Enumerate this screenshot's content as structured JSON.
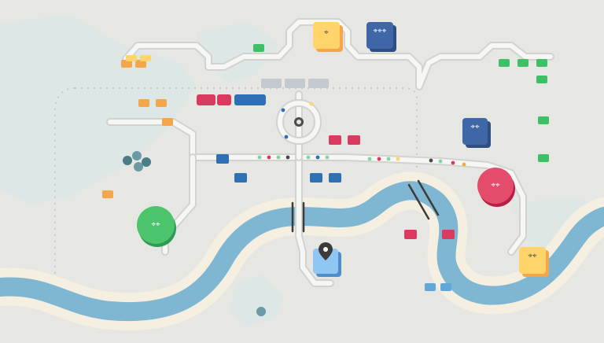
{
  "game": {
    "title": "",
    "colors": {
      "background": "#e6e6e3",
      "grass": "#dbe7e6",
      "river": "#7fb6d2",
      "riverbank": "#f5efe2",
      "road": "#f6f6f4",
      "roadEdge": "#d2d2cf",
      "rail": "#c8c8c5",
      "shadow": "#c8c8c5"
    },
    "stations": [
      {
        "kind": "building",
        "color": "yellow"
      },
      {
        "kind": "building",
        "color": "blue"
      },
      {
        "kind": "building",
        "color": "blue"
      },
      {
        "kind": "roundabout",
        "color": "neutral"
      },
      {
        "kind": "building",
        "color": "pink"
      },
      {
        "kind": "building",
        "color": "green"
      },
      {
        "kind": "building",
        "color": "yellow"
      },
      {
        "kind": "building",
        "color": "light-blue"
      },
      {
        "kind": "building",
        "color": "red"
      },
      {
        "kind": "building",
        "color": "navy"
      }
    ],
    "mapPins": [
      {
        "count": 1,
        "icon": "pin-icon"
      },
      {
        "count": 4,
        "icon": "pin-icon"
      },
      {
        "count": 4,
        "icon": "pin-icon"
      },
      {
        "count": 4,
        "icon": "pin-icon"
      },
      {
        "count": 1,
        "icon": "pin-icon"
      },
      {
        "count": 6,
        "icon": "pin-icon"
      }
    ]
  }
}
